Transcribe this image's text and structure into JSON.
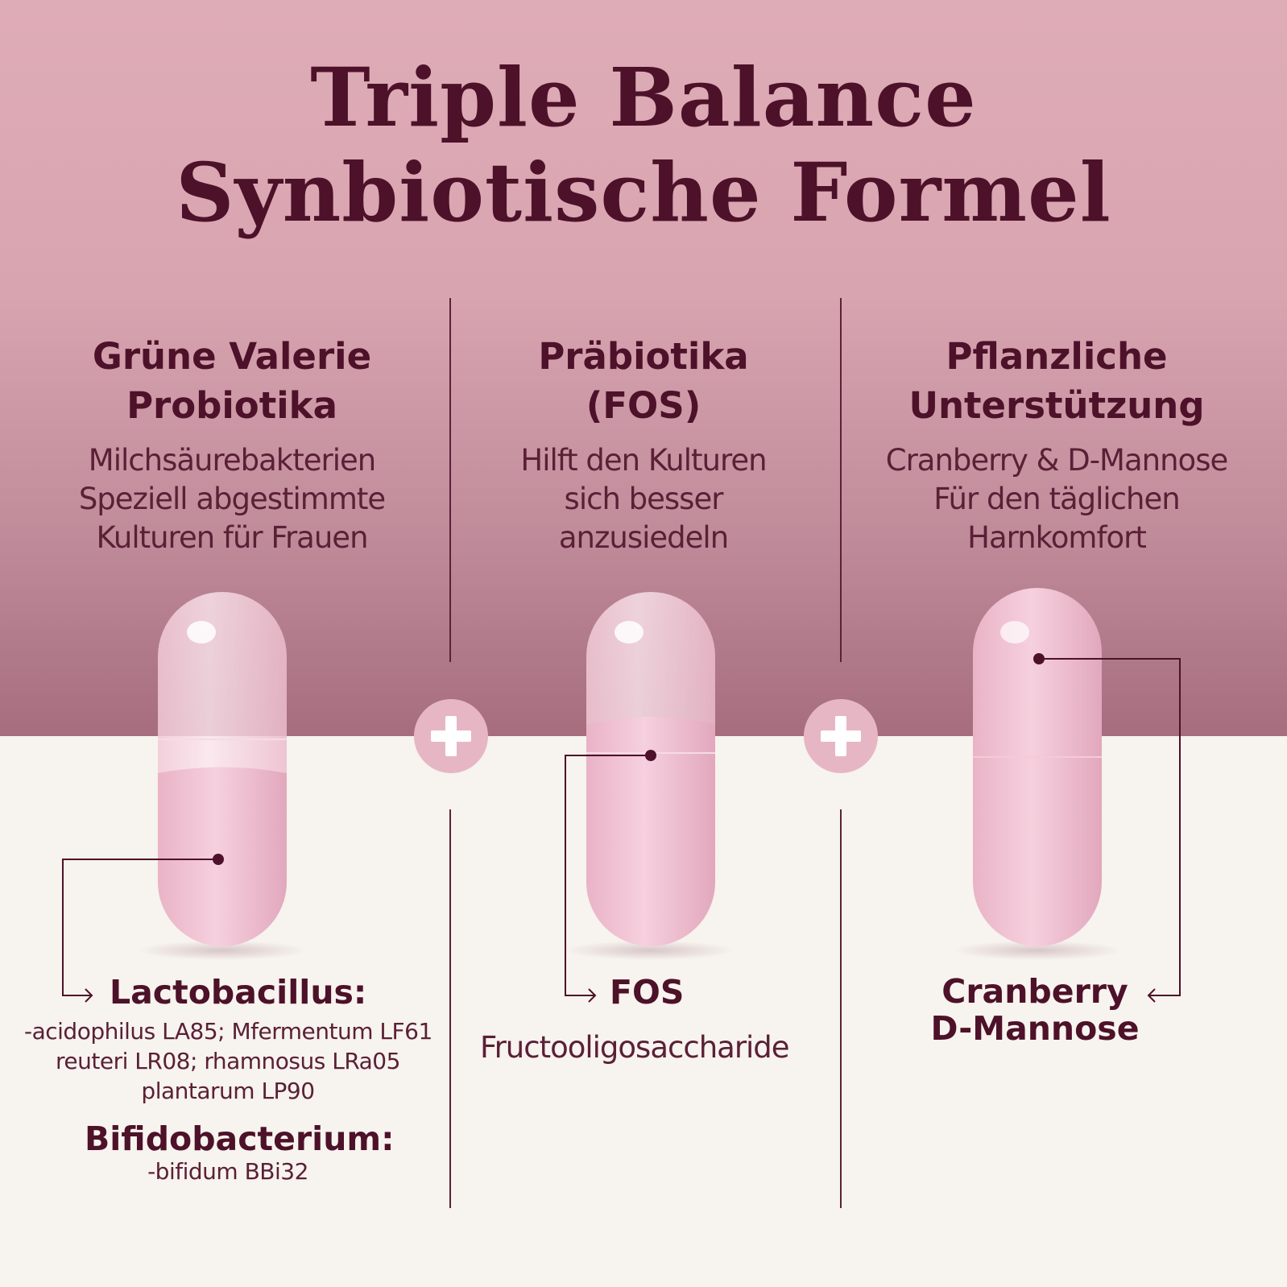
{
  "title": {
    "line1": "Triple Balance",
    "line2": "Synbiotische Formel"
  },
  "columns": [
    {
      "heading_line1": "Grüne Valerie",
      "heading_line2": "Probiotika",
      "desc_line1": "Milchsäurebakterien",
      "desc_line2": "Speziell abgestimmte",
      "desc_line3": "Kulturen für Frauen"
    },
    {
      "heading_line1": "Präbiotika",
      "heading_line2": "(FOS)",
      "desc_line1": "Hilft den Kulturen",
      "desc_line2": "sich besser",
      "desc_line3": "anzusiedeln"
    },
    {
      "heading_line1": "Pflanzliche",
      "heading_line2": "Unterstützung",
      "desc_line1": "Cranberry & D-Mannose",
      "desc_line2": "Für den täglichen",
      "desc_line3": "Harnkomfort"
    }
  ],
  "ingredients": {
    "lactobacillus_title": "Lactobacillus:",
    "lactobacillus_line1": "-acidophilus LA85; Mfermentum LF61",
    "lactobacillus_line2": "reuteri LR08; rhamnosus LRa05",
    "lactobacillus_line3": "plantarum LP90",
    "bifido_title": "Bifidobacterium:",
    "bifido_line1": "-bifidum BBi32",
    "fos_title": "FOS",
    "fos_desc": "Fructooligosaccharide",
    "cranberry_line1": "Cranberry",
    "cranberry_line2": "D-Mannose"
  },
  "colors": {
    "accent": "#4d1129",
    "top_background": "#d8a4b0",
    "bottom_background": "#f7f3ee",
    "plus_circle": "#e7b6c4",
    "capsule_fill": "#eab8cc"
  },
  "icons": [
    "plus-icon",
    "arrow-right-icon",
    "arrow-left-icon"
  ]
}
